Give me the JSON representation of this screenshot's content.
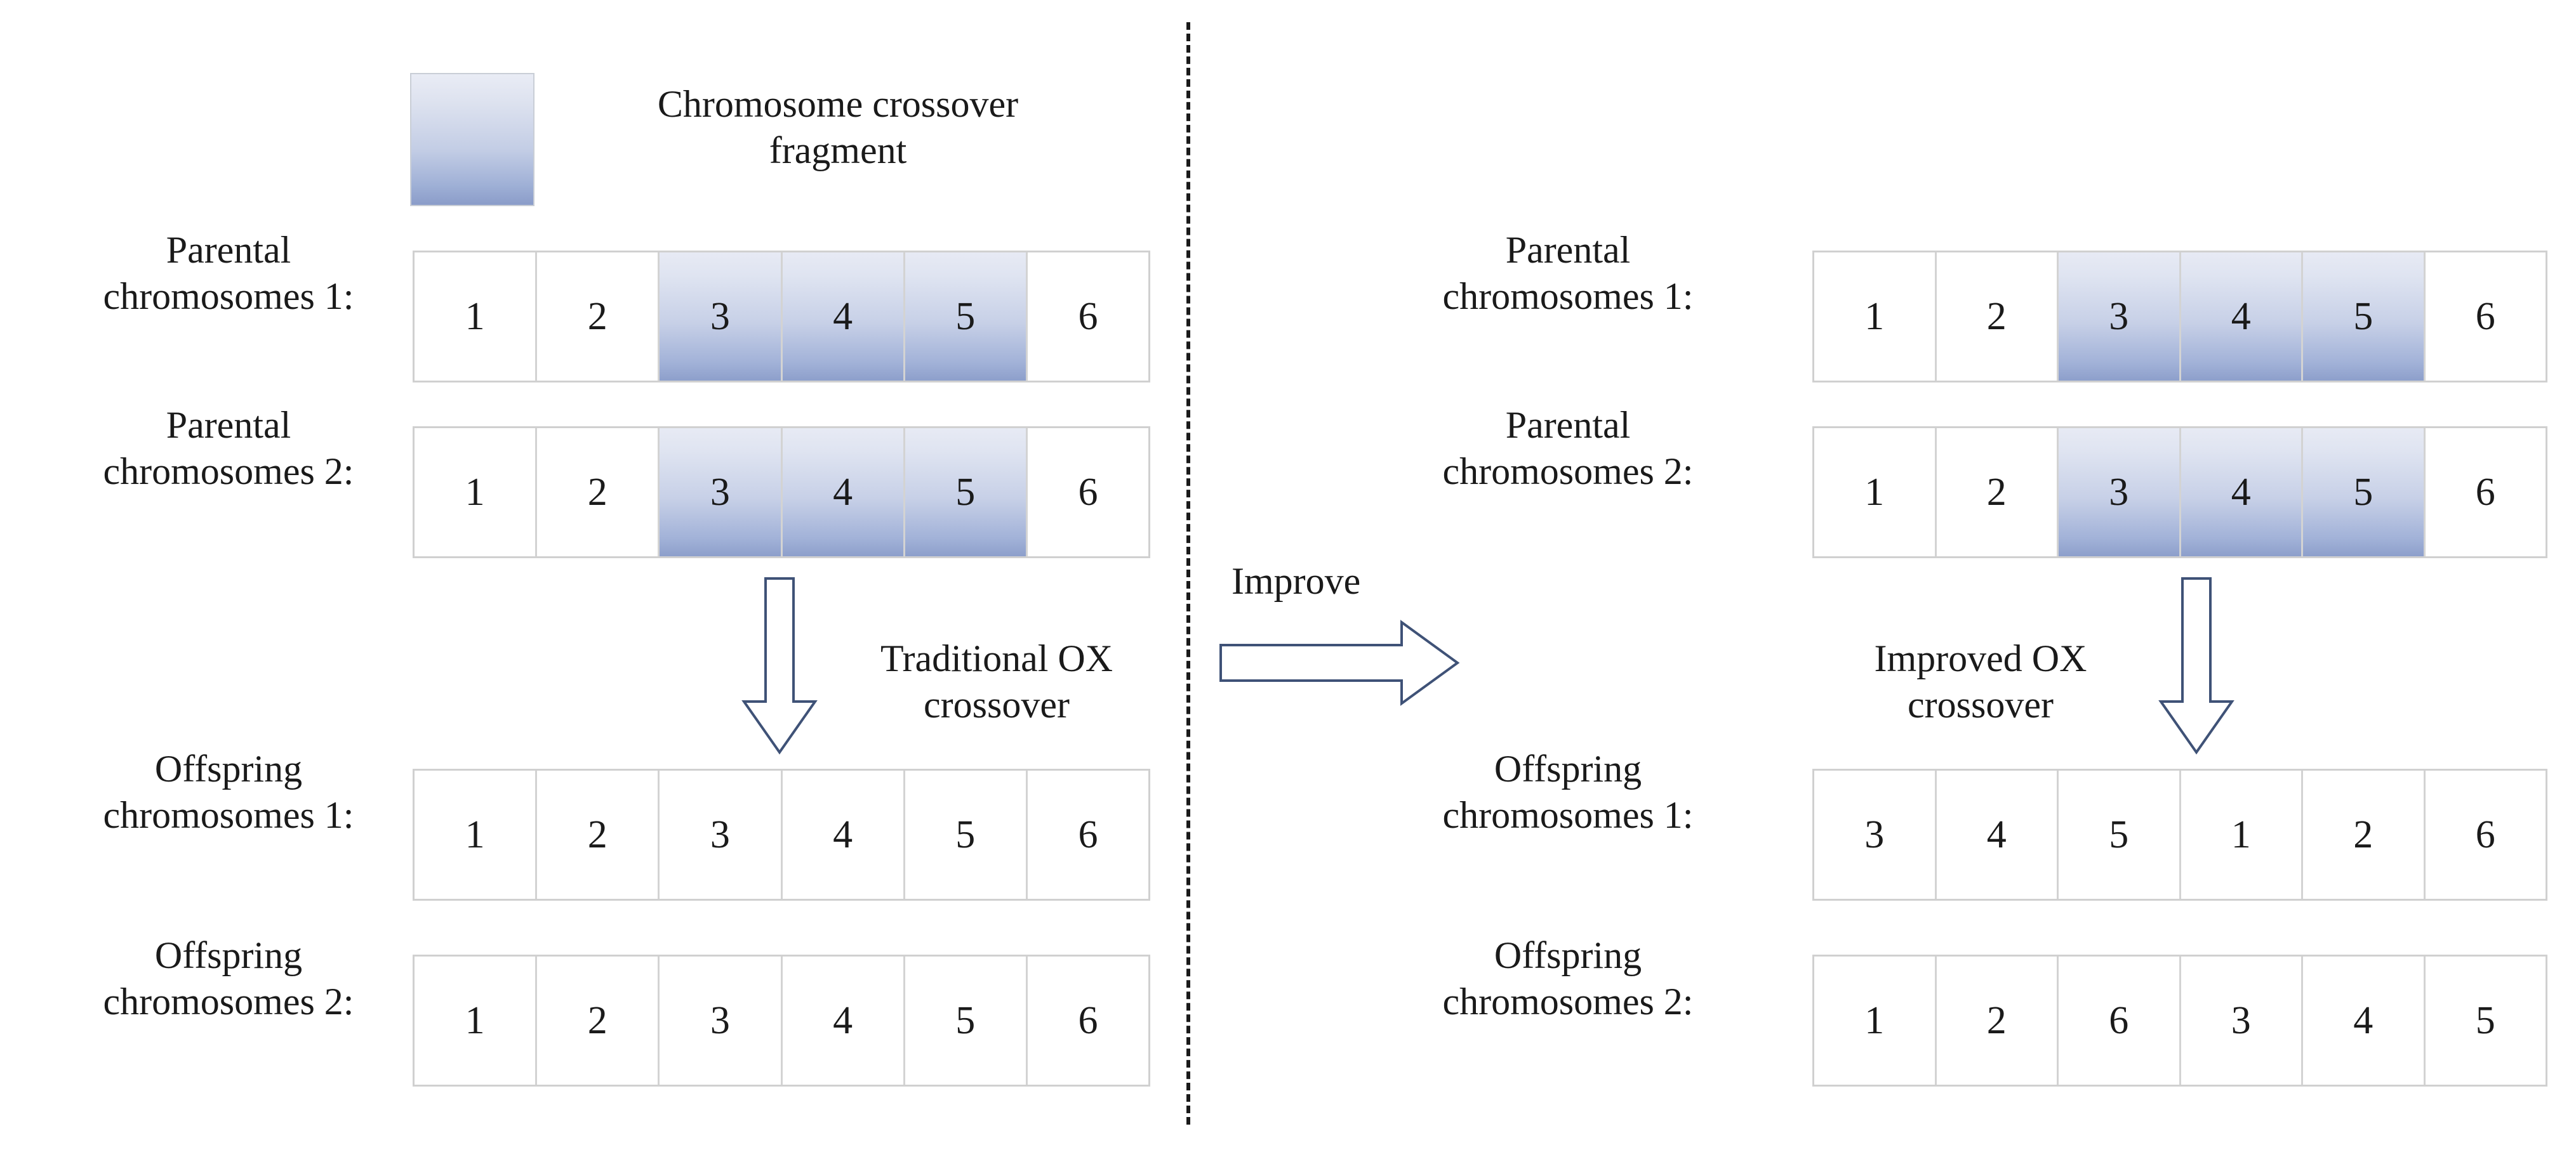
{
  "legend": {
    "icon": "gradient-swatch",
    "label": "Chromosome crossover fragment"
  },
  "divider": {
    "style": "vertical-dashed-line"
  },
  "transition": {
    "label": "Improve",
    "icon": "right-block-arrow"
  },
  "left_panel": {
    "title": "Traditional OX crossover",
    "arrow_icon": "down-block-arrow",
    "arrow_caption_line1": "Traditional OX",
    "arrow_caption_line2": "crossover",
    "rows": [
      {
        "label_line1": "Parental",
        "label_line2": "chromosomes 1:",
        "values": [
          "1",
          "2",
          "3",
          "4",
          "5",
          "6"
        ],
        "highlighted": [
          false,
          false,
          true,
          true,
          true,
          false
        ]
      },
      {
        "label_line1": "Parental",
        "label_line2": "chromosomes 2:",
        "values": [
          "1",
          "2",
          "3",
          "4",
          "5",
          "6"
        ],
        "highlighted": [
          false,
          false,
          true,
          true,
          true,
          false
        ]
      },
      {
        "label_line1": "Offspring",
        "label_line2": "chromosomes 1:",
        "values": [
          "1",
          "2",
          "3",
          "4",
          "5",
          "6"
        ],
        "highlighted": [
          false,
          false,
          false,
          false,
          false,
          false
        ]
      },
      {
        "label_line1": "Offspring",
        "label_line2": "chromosomes 2:",
        "values": [
          "1",
          "2",
          "3",
          "4",
          "5",
          "6"
        ],
        "highlighted": [
          false,
          false,
          false,
          false,
          false,
          false
        ]
      }
    ]
  },
  "right_panel": {
    "title": "Improved OX crossover",
    "arrow_icon": "down-block-arrow",
    "arrow_caption_line1": "Improved OX",
    "arrow_caption_line2": "crossover",
    "rows": [
      {
        "label_line1": "Parental",
        "label_line2": "chromosomes 1:",
        "values": [
          "1",
          "2",
          "3",
          "4",
          "5",
          "6"
        ],
        "highlighted": [
          false,
          false,
          true,
          true,
          true,
          false
        ]
      },
      {
        "label_line1": "Parental",
        "label_line2": "chromosomes 2:",
        "values": [
          "1",
          "2",
          "3",
          "4",
          "5",
          "6"
        ],
        "highlighted": [
          false,
          false,
          true,
          true,
          true,
          false
        ]
      },
      {
        "label_line1": "Offspring",
        "label_line2": "chromosomes 1:",
        "values": [
          "3",
          "4",
          "5",
          "1",
          "2",
          "6"
        ],
        "highlighted": [
          false,
          false,
          false,
          false,
          false,
          false
        ]
      },
      {
        "label_line1": "Offspring",
        "label_line2": "chromosomes 2:",
        "values": [
          "1",
          "2",
          "6",
          "3",
          "4",
          "5"
        ],
        "highlighted": [
          false,
          false,
          false,
          false,
          false,
          false
        ]
      }
    ]
  },
  "colors": {
    "fragment_gradient_top": "#e7eaf4",
    "fragment_gradient_bottom": "#8d9fcb",
    "cell_border": "#d3d3d3",
    "arrow_stroke": "#3f5277",
    "text": "#1a1a1a"
  }
}
